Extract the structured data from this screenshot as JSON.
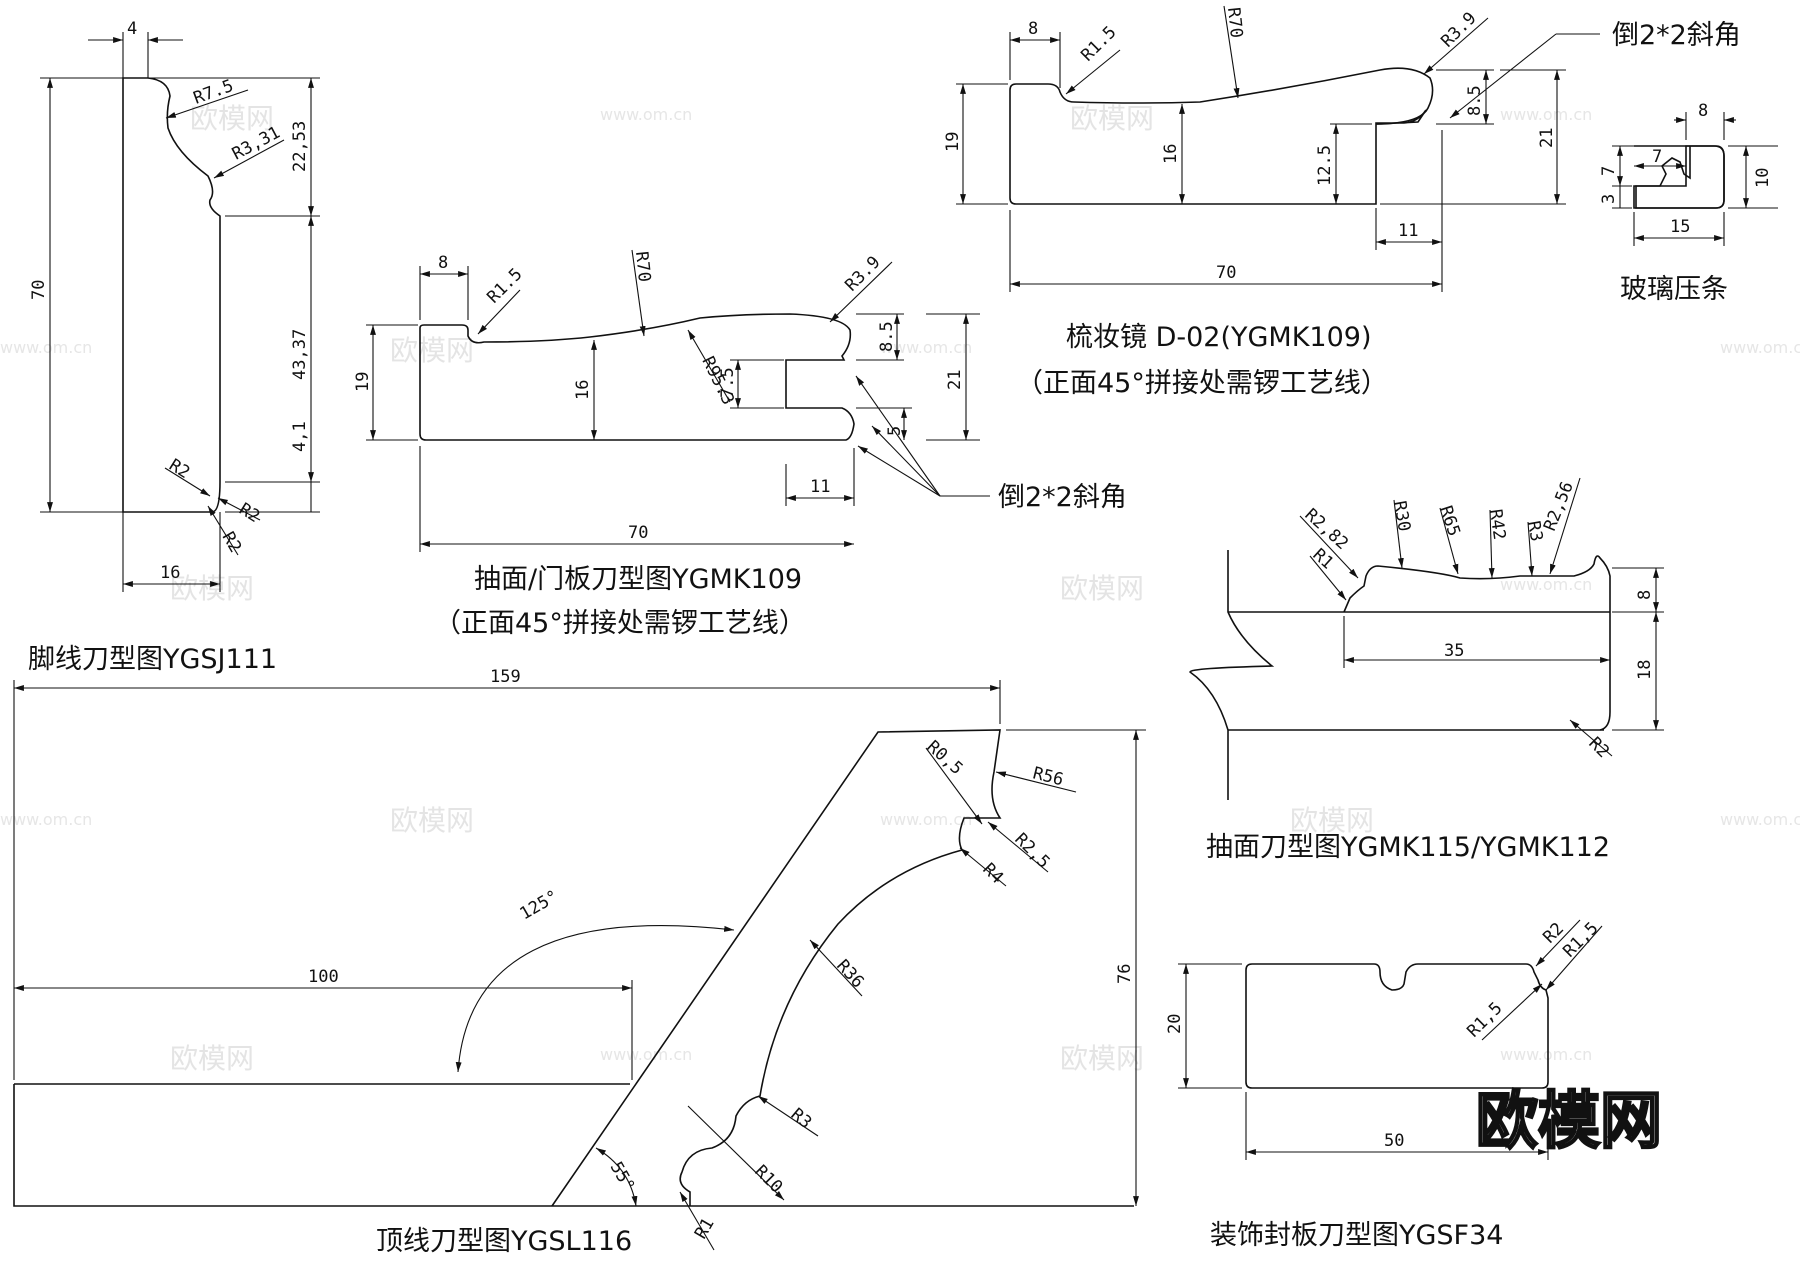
{
  "watermark": {
    "logo": "欧模网",
    "faint_text": "欧模网",
    "faint_url": "www.om.cn"
  },
  "captions": {
    "baseboard": "脚线刀型图YGSJ111",
    "drawer_door": "抽面/门板刀型图YGMK109",
    "drawer_door_note": "（正面45°拼接处需锣工艺线）",
    "mirror": "梳妆镜 D-02(YGMK109)",
    "mirror_note": "（正面45°拼接处需锣工艺线）",
    "glass_strip": "玻璃压条",
    "drawer_front": "抽面刀型图YGMK115/YGMK112",
    "crown": "顶线刀型图YGSL116",
    "panel": "装饰封板刀型图YGSF34"
  },
  "callouts": {
    "chamfer_top": "倒2*2斜角",
    "chamfer_mid": "倒2*2斜角"
  },
  "dims": {
    "bb_4": "4",
    "bb_r75": "R7.5",
    "bb_r331": "R3,31",
    "bb_70": "70",
    "bb_2253": "22,53",
    "bb_4337": "43,37",
    "bb_41": "4,1",
    "bb_r2a": "R2",
    "bb_r2b": "R2",
    "bb_r2c": "R2",
    "bb_16": "16",
    "dd_8": "8",
    "dd_r15": "R1.5",
    "dd_r70": "R70",
    "dd_r39": "R3.9",
    "dd_85": "8.5",
    "dd_19": "19",
    "dd_16": "16",
    "dd_r953": "R95.3",
    "dd_75": "7.5",
    "dd_21": "21",
    "dd_5": "5",
    "dd_11": "11",
    "dd_70": "70",
    "mr_8": "8",
    "mr_r15": "R1.5",
    "mr_r70": "R70",
    "mr_r39": "R3.9",
    "mr_85": "8.5",
    "mr_19": "19",
    "mr_16": "16",
    "mr_125": "12.5",
    "mr_21": "21",
    "mr_11": "11",
    "mr_70": "70",
    "gs_8": "8",
    "gs_7a": "7",
    "gs_7b": "7",
    "gs_3": "3",
    "gs_10": "10",
    "gs_15": "15",
    "df_r282": "R2,82",
    "df_r1": "R1",
    "df_r30": "R30",
    "df_r65": "R65",
    "df_r42": "R42",
    "df_r3": "R3",
    "df_r256": "R2,56",
    "df_8": "8",
    "df_35": "35",
    "df_18": "18",
    "df_r2": "R2",
    "cr_159": "159",
    "cr_r05": "R0,5",
    "cr_r56": "R56",
    "cr_r25": "R2,5",
    "cr_r4": "R4",
    "cr_125": "125°",
    "cr_100": "100",
    "cr_r36": "R36",
    "cr_76": "76",
    "cr_r3": "R3",
    "cr_55": "55°",
    "cr_r10": "R10",
    "cr_r1": "R1",
    "pn_r2": "R2",
    "pn_r15a": "R1,5",
    "pn_r15b": "R1,5",
    "pn_20": "20",
    "pn_50": "50"
  }
}
